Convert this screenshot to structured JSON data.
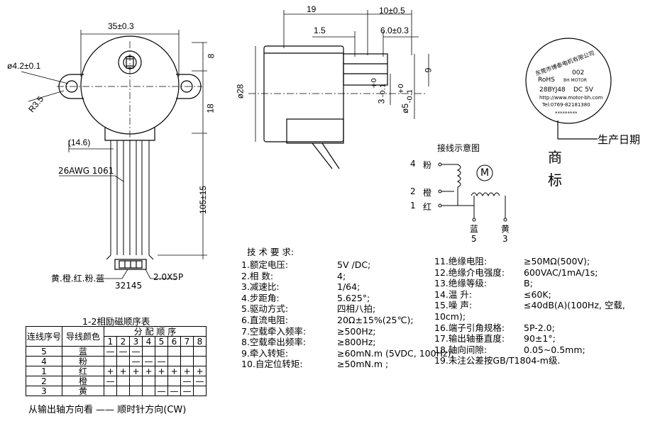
{
  "front_view": {
    "dim_width": "35±0.3",
    "dim_hole": "ø4.2±0.1",
    "dim_radius": "R3.5",
    "dim_top": "8",
    "dim_mid": "18",
    "dim_lead_offset": "(14.6)",
    "dim_lead_length": "105±15",
    "wire_gauge": "26AWG 1061",
    "wire_colors": "黄.橙.红.粉.蓝",
    "pin_order": "32145",
    "connector": "2.0X5P"
  },
  "side_view": {
    "dim_19": "19",
    "dim_10": "10±0.5",
    "dim_1_5": "1.5",
    "dim_6": "6.0±0.3",
    "dim_28": "ø28",
    "dim_9": "9",
    "dim_3": "3",
    "dim_3_tol_plus": "+0",
    "dim_3_tol_minus": "-0.1",
    "dim_5": "ø5",
    "dim_5_tol_plus": "+0",
    "dim_5_tol_minus": "-0.1"
  },
  "label_badge": {
    "company": "东莞市博泰电机有限公司",
    "rohs": "RoHS",
    "code": "002",
    "brand": "BH MOTOR",
    "model": "28BYJ48",
    "voltage": "DC 5V",
    "url": "http://www.motor-bh.com",
    "tel": "Tel:0769-82181380",
    "date_mark": "*********",
    "callout": "生产日期",
    "trademark": [
      "商",
      "标"
    ]
  },
  "wiring": {
    "title": "接线示意图",
    "motor_symbol": "M",
    "pins": [
      {
        "num": "4",
        "color": "粉"
      },
      {
        "num": "2",
        "color": "橙"
      },
      {
        "num": "1",
        "color": "红"
      }
    ],
    "bottom_pins": [
      {
        "color": "蓝",
        "num": "5"
      },
      {
        "color": "黄",
        "num": "3"
      }
    ]
  },
  "specs": {
    "title": "技  术  要  求:",
    "left": [
      {
        "label": "1.额定电压:",
        "value": "5V /DC;"
      },
      {
        "label": "2.相    数:",
        "value": "4;"
      },
      {
        "label": "3.减速比:",
        "value": "1/64;"
      },
      {
        "label": "4.步距角:",
        "value": "5.625°;"
      },
      {
        "label": "5.驱动方式:",
        "value": "四相八拍;"
      },
      {
        "label": "6.直流电阻:",
        "value": "20Ω±15%(25℃);"
      },
      {
        "label": "7.空载牵入频率:",
        "value": "≥500Hz;"
      },
      {
        "label": "8.空载牵出频率:",
        "value": "≥800Hz;"
      },
      {
        "label": "9.牵入转矩:",
        "value": "≥60mN.m (5VDC, 100Hz);"
      },
      {
        "label": "10.自定位转矩:",
        "value": "≥50mN.m     ;"
      }
    ],
    "right": [
      {
        "label": "11.绝缘电阻:",
        "value": "≥50MΩ(500V);"
      },
      {
        "label": "12.绝缘介电强度:",
        "value": "600VAC/1mA/1s;"
      },
      {
        "label": "13.绝缘等级:",
        "value": "B;"
      },
      {
        "label": "14.温        升:",
        "value": "≤60K;"
      },
      {
        "label": "15.噪        声:",
        "value": "≤40dB(A)(100Hz, 空载,"
      },
      {
        "label": "10cm);",
        "value": ""
      },
      {
        "label": "16.端子引角规格:",
        "value": "5P-2.0;"
      },
      {
        "label": "17.输出轴垂直度:",
        "value": "90±1°;"
      },
      {
        "label": "18.轴向间隙:",
        "value": "0.05~0.5mm;"
      },
      {
        "label": "19.未注公差按GB/T1804-m级.",
        "value": ""
      }
    ]
  },
  "sequence_table": {
    "title": "1-2相励磁顺序表",
    "col_pin": "连线序号",
    "col_color": "导线颜色",
    "col_seq": "分 配 顺 序",
    "steps": [
      "1",
      "2",
      "3",
      "4",
      "5",
      "6",
      "7",
      "8"
    ],
    "rows": [
      {
        "pin": "5",
        "color": "蓝",
        "cells": [
          "—",
          "—",
          "—",
          "",
          "",
          "",
          "",
          ""
        ]
      },
      {
        "pin": "4",
        "color": "粉",
        "cells": [
          "",
          "",
          "—",
          "—",
          "—",
          "",
          "",
          ""
        ]
      },
      {
        "pin": "1",
        "color": "红",
        "cells": [
          "+",
          "+",
          "+",
          "+",
          "+",
          "+",
          "+",
          "+"
        ]
      },
      {
        "pin": "2",
        "color": "橙",
        "cells": [
          "—",
          "",
          "",
          "",
          "",
          "",
          "—",
          "—"
        ]
      },
      {
        "pin": "3",
        "color": "黄",
        "cells": [
          "",
          "",
          "",
          "",
          "—",
          "—",
          "—",
          ""
        ]
      }
    ],
    "footer": "从输出轴方向看 ——  顺时针方向(CW)"
  }
}
